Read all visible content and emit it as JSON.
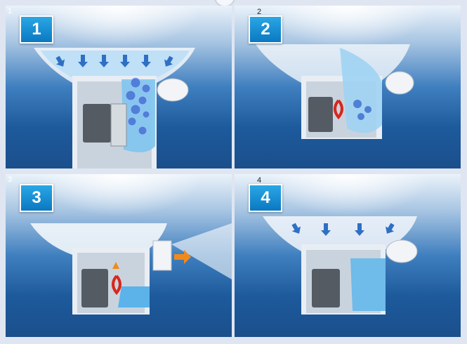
{
  "panels": [
    {
      "badge": "1",
      "marker": "1"
    },
    {
      "badge": "2",
      "marker": "2"
    },
    {
      "badge": "3",
      "marker": "3"
    },
    {
      "badge": "4",
      "marker": "4"
    }
  ],
  "colors": {
    "background": "#1d5a9c",
    "badge": "#0a78c2",
    "water": "#7fc4ee",
    "spring": "#d8261c",
    "arrow_orange": "#f08a1c"
  }
}
